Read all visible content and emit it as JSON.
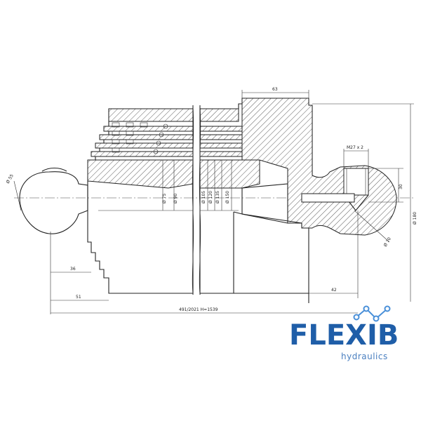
{
  "brand": {
    "name": "FLEXIB",
    "tagline": "hydraulics",
    "color": "#1f5ea8",
    "icon": "rising-graph-icon"
  },
  "dimensions": {
    "top_flange_width": "63",
    "port_thread": "M27 x 2",
    "ball_diameter": "Ø 55",
    "ball_offset": "36",
    "ball_length": "51",
    "port_height": "30",
    "flange_diameter": "Ø 180",
    "eye_diameter": "Ø 70",
    "eye_offset": "42",
    "overall_length": "491/2021  H=1539",
    "stage_diameters": [
      "Ø 75",
      "Ø 90",
      "Ø 105",
      "Ø 120",
      "Ø 135",
      "Ø 150"
    ]
  }
}
